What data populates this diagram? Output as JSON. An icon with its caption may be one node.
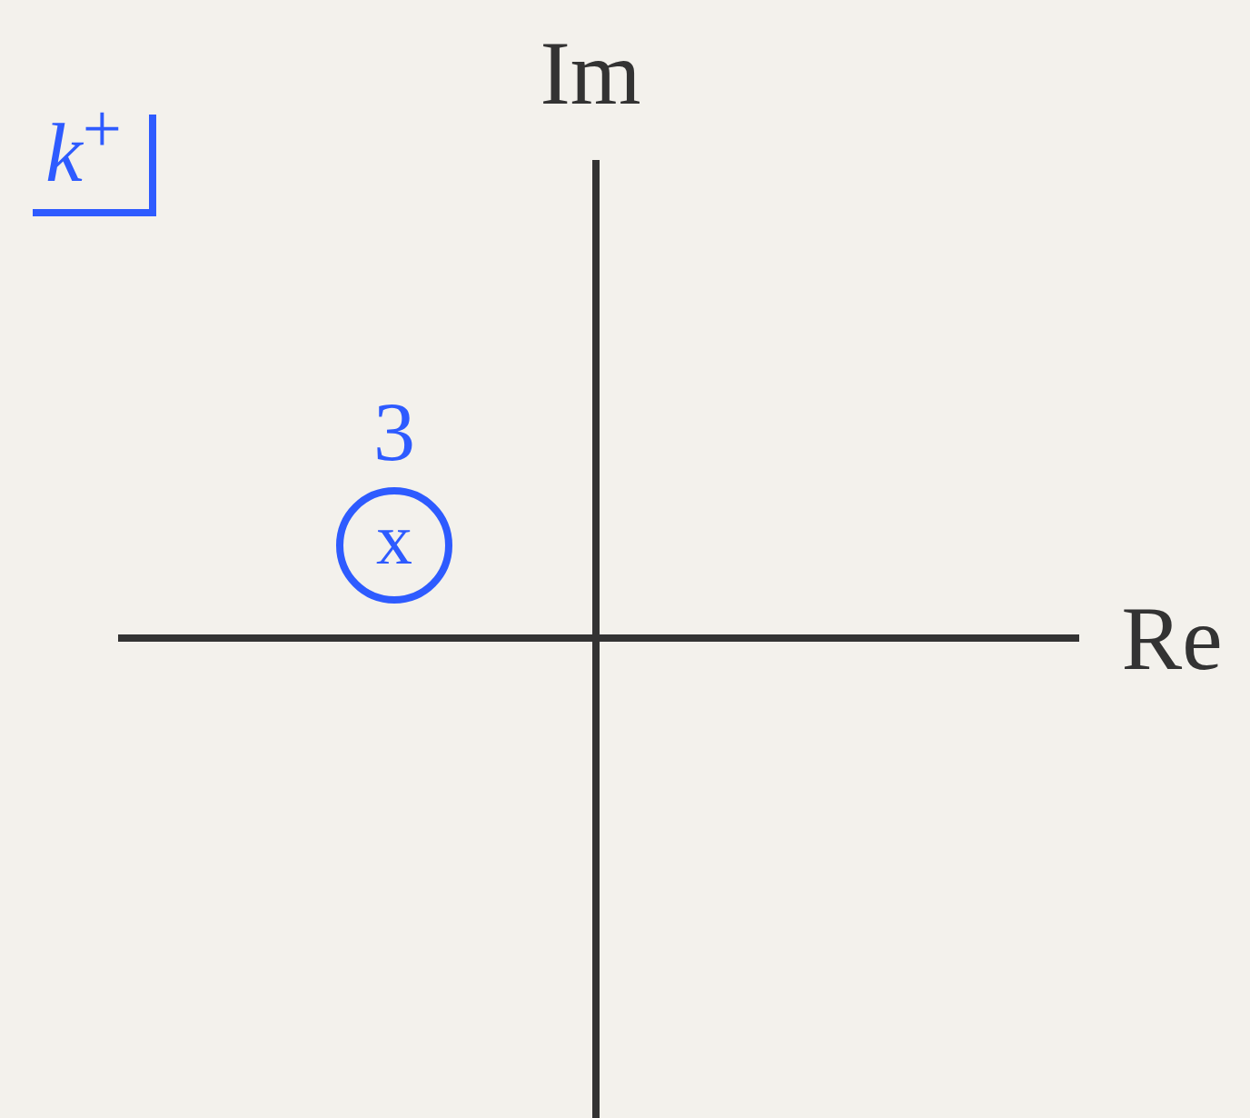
{
  "diagram": {
    "nodes": [
      {
        "text": [
          "x"
        ],
        "beside": [
          "3"
        ]
      }
    ],
    "labels": [
      "Im",
      "Re",
      "*k*$^{+}$"
    ]
  }
}
